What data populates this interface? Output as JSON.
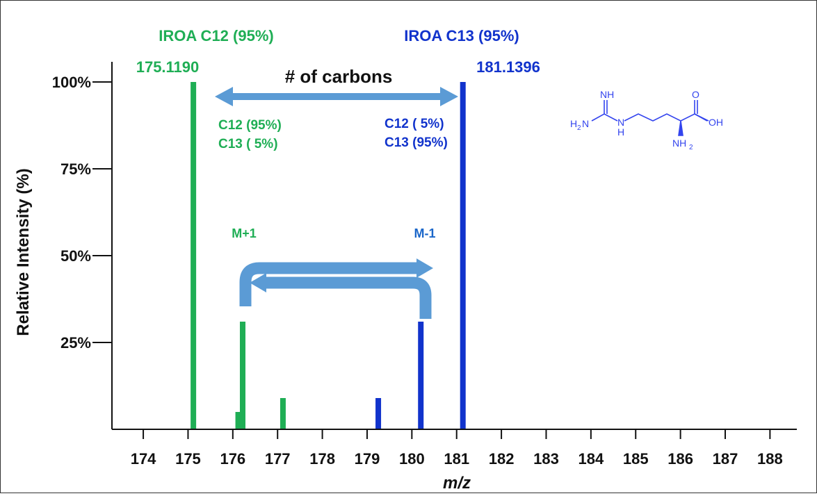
{
  "chart_data": {
    "type": "bar",
    "xlabel": "m/z",
    "ylabel": "Relative Intensity (%)",
    "xlim": [
      173.3,
      188.6
    ],
    "ylim": [
      0,
      100
    ],
    "x_ticks": [
      174,
      175,
      176,
      177,
      178,
      179,
      180,
      181,
      182,
      183,
      184,
      185,
      186,
      187,
      188
    ],
    "y_ticks": [
      {
        "value": 25,
        "label": "25%"
      },
      {
        "value": 50,
        "label": "50%"
      },
      {
        "value": 75,
        "label": "75%"
      },
      {
        "value": 100,
        "label": "100%"
      }
    ],
    "series": [
      {
        "name": "IROA C12 (95%)",
        "color": "#1fae55",
        "points": [
          {
            "x": 175.119,
            "y": 100
          },
          {
            "x": 176.12,
            "y": 5
          },
          {
            "x": 176.22,
            "y": 31
          },
          {
            "x": 177.12,
            "y": 9
          }
        ]
      },
      {
        "name": "IROA C13 (95%)",
        "color": "#1133cc",
        "points": [
          {
            "x": 179.25,
            "y": 9
          },
          {
            "x": 180.2,
            "y": 31
          },
          {
            "x": 181.1396,
            "y": 100
          }
        ]
      }
    ],
    "annotations": {
      "c12_peak_label": "175.1190",
      "c13_peak_label": "181.1396",
      "carbons_label": "# of carbons",
      "c12_comp_line1": "C12 (95%)",
      "c12_comp_line2": "C13 ( 5%)",
      "c13_comp_line1": "C12 ( 5%)",
      "c13_comp_line2": "C13 (95%)",
      "m_plus_1": "M+1",
      "m_minus_1": "M-1"
    },
    "molecule": {
      "name_visible": "",
      "atom_labels": {
        "nh": "NH",
        "h2n": "H",
        "h2n_sub": "2",
        "h2n_n": "N",
        "n_h_n": "N",
        "n_h_h": "H",
        "o": "O",
        "oh": "OH",
        "nh2": "NH",
        "nh2_sub": "2"
      }
    },
    "colors": {
      "green": "#1fae55",
      "blue_dark": "#1133cc",
      "blue_label": "#1a66c9",
      "arrow": "#5b9bd5",
      "molecule": "#3344ee"
    }
  }
}
